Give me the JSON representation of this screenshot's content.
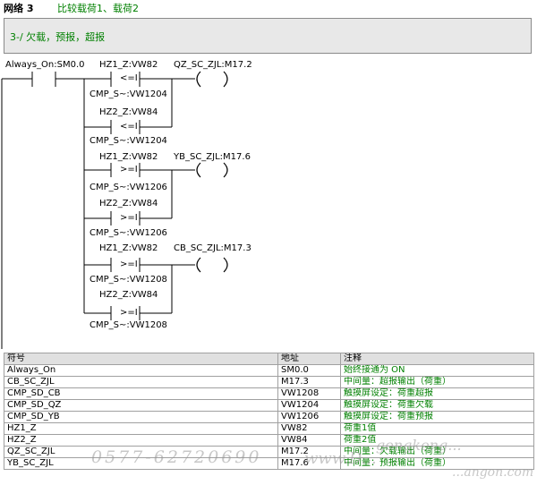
{
  "network": {
    "label": "网络 3",
    "title": "比较载荷1、载荷2"
  },
  "comment": "3-/  欠载，预报，超报",
  "contacts": {
    "always_on": "Always_On:SM0.0"
  },
  "compare_labels": {
    "row1_in1": "HZ1_Z:VW82",
    "row1_op": "<=I",
    "row1_in2": "CMP_S~:VW1204",
    "row2_in1": "HZ2_Z:VW84",
    "row2_op": "<=I",
    "row2_in2": "CMP_S~:VW1204",
    "row3_in1": "HZ1_Z:VW82",
    "row3_op": ">=I",
    "row3_in2": "CMP_S~:VW1206",
    "row4_in1": "HZ2_Z:VW84",
    "row4_op": ">=I",
    "row4_in2": "CMP_S~:VW1206",
    "row5_in1": "HZ1_Z:VW82",
    "row5_op": ">=I",
    "row5_in2": "CMP_S~:VW1208",
    "row6_in1": "HZ2_Z:VW84",
    "row6_op": ">=I",
    "row6_in2": "CMP_S~:VW1208"
  },
  "coils": {
    "coil1": "QZ_SC_ZJL:M17.2",
    "coil2": "YB_SC_ZJL:M17.6",
    "coil3": "CB_SC_ZJL:M17.3"
  },
  "symbol_table": {
    "headers": [
      "符号",
      "地址",
      "注释"
    ],
    "rows": [
      [
        "Always_On",
        "SM0.0",
        "始终接通为 ON"
      ],
      [
        "CB_SC_ZJL",
        "M17.3",
        "中间量：超报输出（荷重）"
      ],
      [
        "CMP_SD_CB",
        "VW1208",
        "触摸屏设定：荷重超报"
      ],
      [
        "CMP_SD_QZ",
        "VW1204",
        "触摸屏设定：荷重欠载"
      ],
      [
        "CMP_SD_YB",
        "VW1206",
        "触摸屏设定：荷重预报"
      ],
      [
        "HZ1_Z",
        "VW82",
        "荷重1值"
      ],
      [
        "HZ2_Z",
        "VW84",
        "荷重2值"
      ],
      [
        "QZ_SC_ZJL",
        "M17.2",
        "中间量：欠载输出（荷重）"
      ],
      [
        "YB_SC_ZJL",
        "M17.6",
        "中间量：预报输出（荷重）"
      ]
    ]
  },
  "watermarks": {
    "phone": "0577-62720690",
    "site1": "www.D...",
    "site2": "gongkong...",
    "site3": "...angon.com"
  },
  "colors": {
    "comment_text": "#008000",
    "grid": "#a0a0a0",
    "comment_box": "#e8e8e8"
  }
}
